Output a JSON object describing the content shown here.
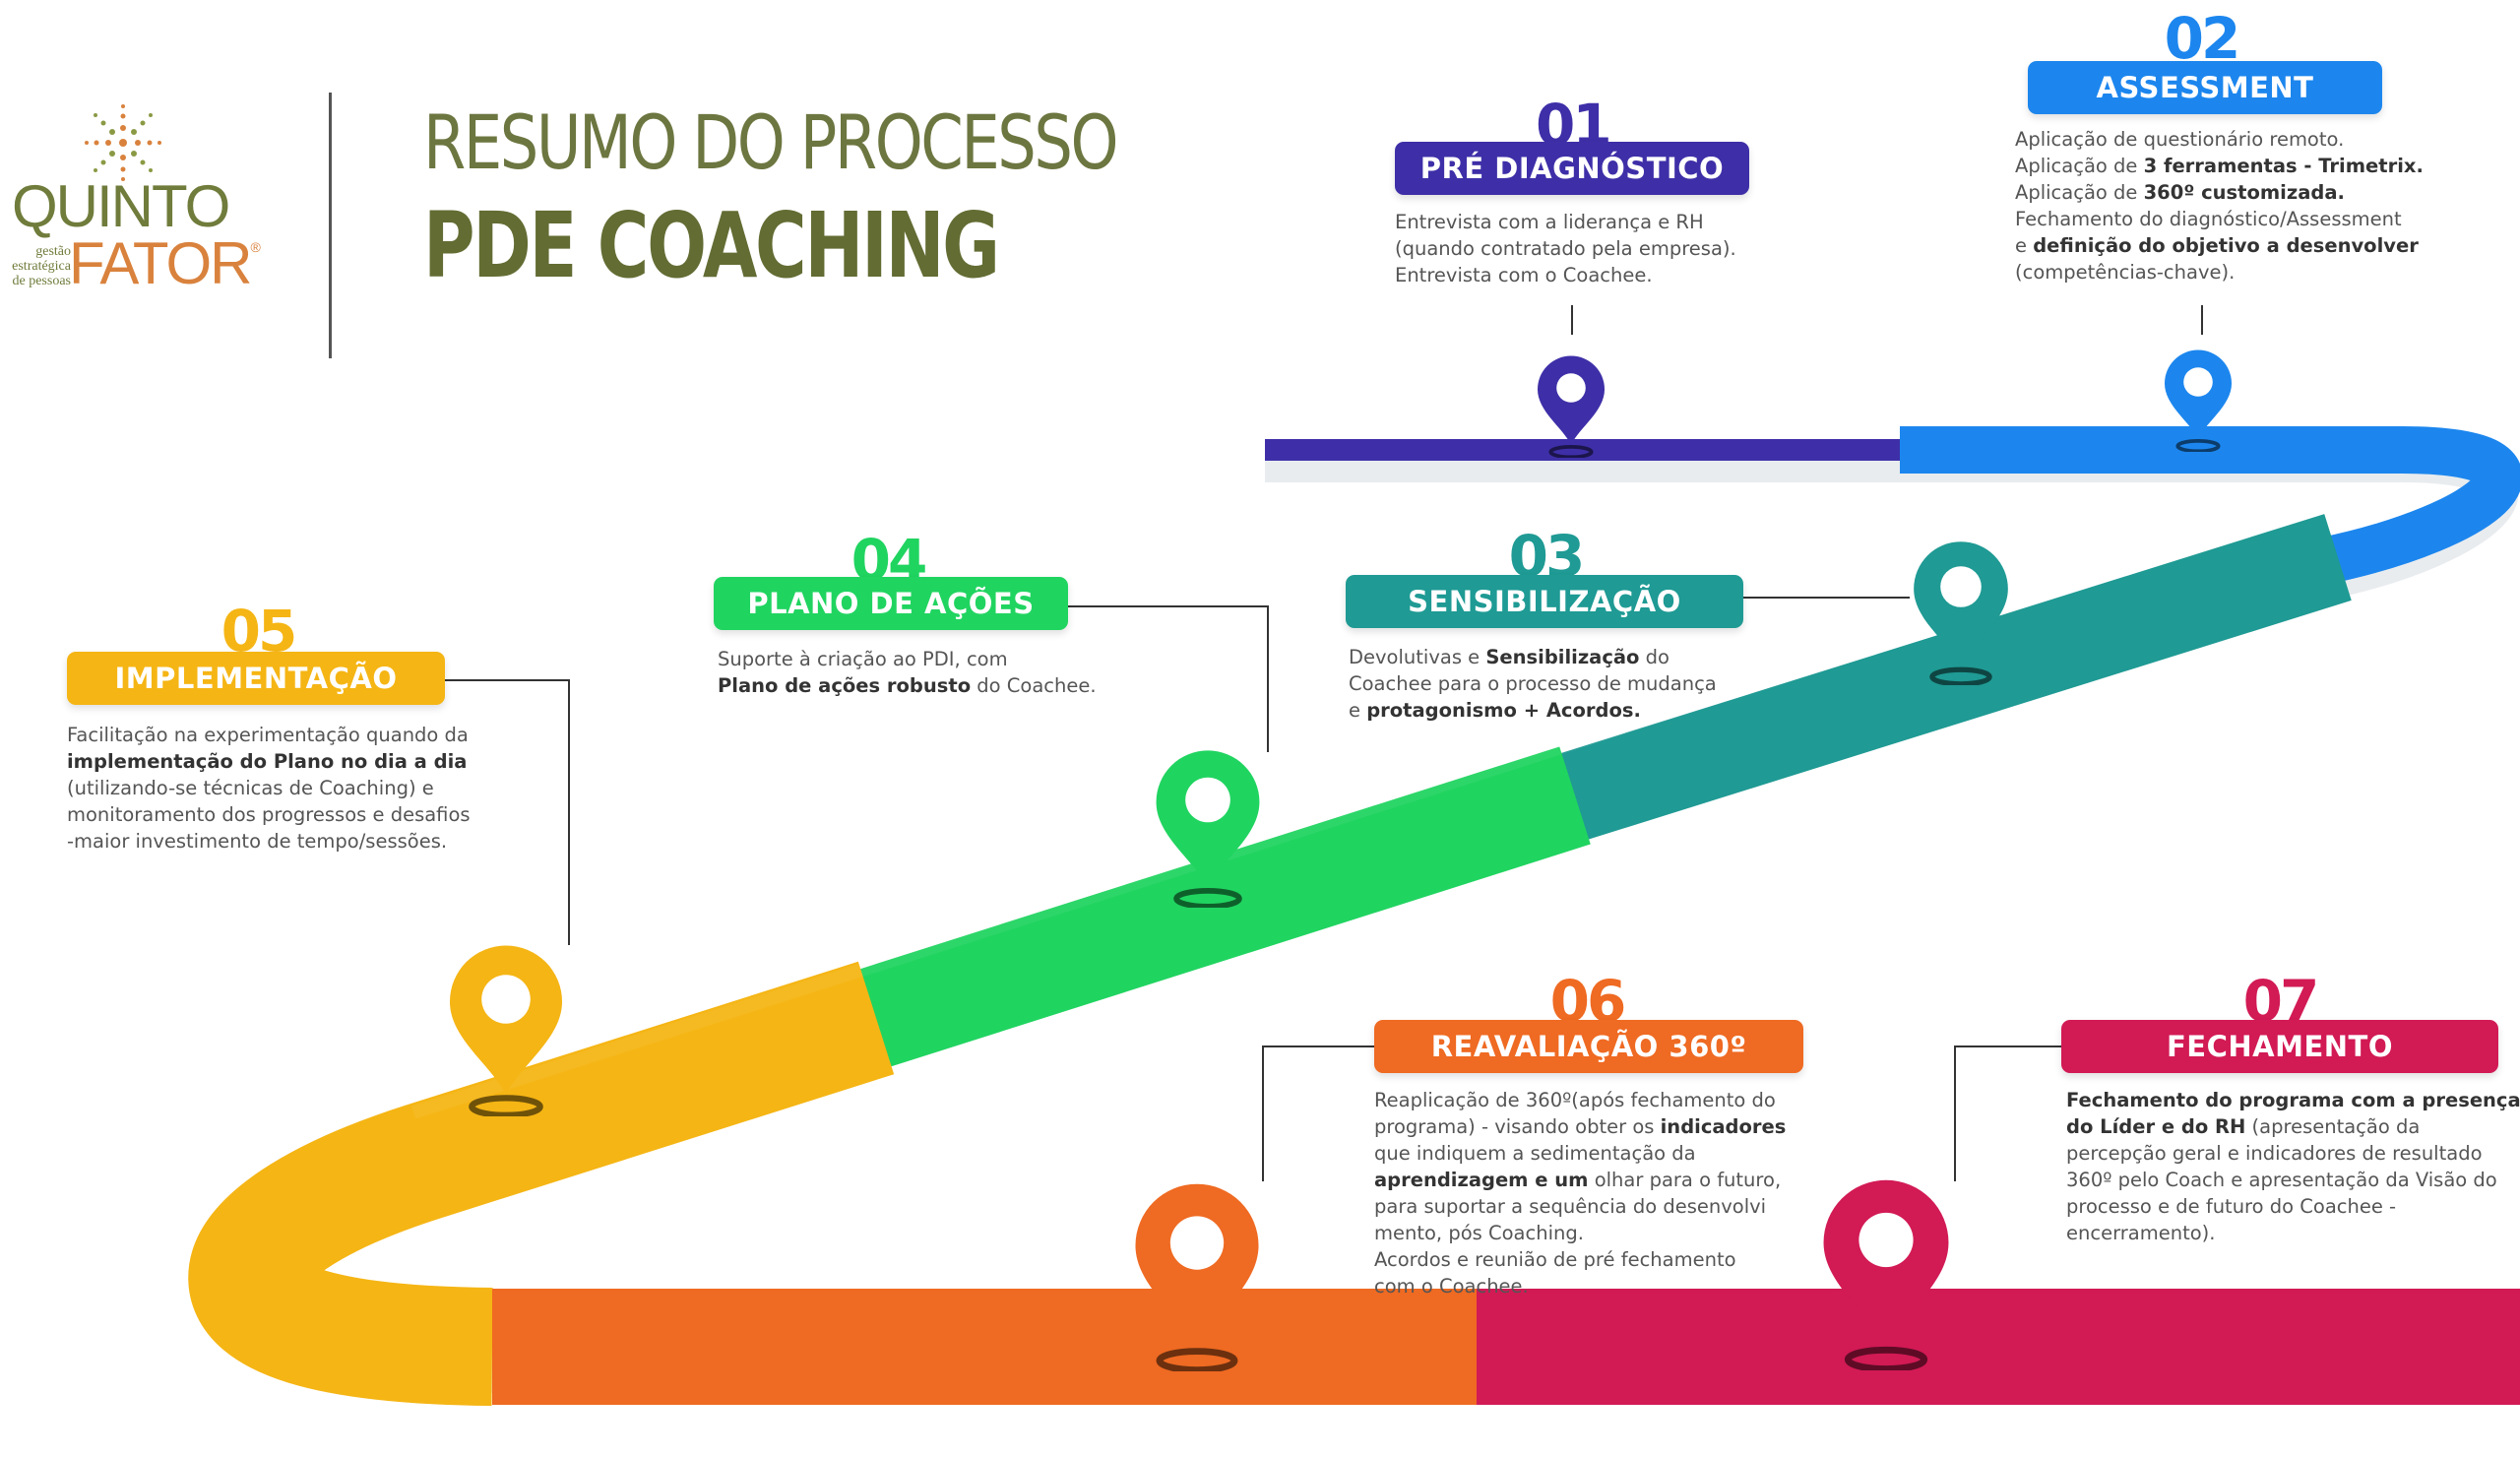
{
  "header": {
    "title_line1": "RESUMO DO PROCESSO",
    "title_line2": "PDE COACHING"
  },
  "logo": {
    "word1": "QUINTO",
    "word2": "FATOR",
    "registered": "®",
    "tagline": [
      "gestão",
      "estratégica",
      "de pessoas"
    ]
  },
  "colors": {
    "step1": "#3e2fa8",
    "step2": "#1c86ee",
    "step3": "#1f9a94",
    "step4": "#20d460",
    "step5": "#f5b514",
    "step6": "#ef6a22",
    "step7": "#d21a55",
    "title": "#6c7640",
    "logo_green": "#6f7c3b",
    "logo_orange": "#d9823d"
  },
  "steps": [
    {
      "number": "01",
      "title": "PRÉ DIAGNÓSTICO",
      "lines": [
        [
          {
            "t": "Entrevista com a liderança e RH"
          }
        ],
        [
          {
            "t": "(quando contratado pela empresa)."
          }
        ],
        [
          {
            "t": "Entrevista com o Coachee."
          }
        ]
      ]
    },
    {
      "number": "02",
      "title": "ASSESSMENT",
      "lines": [
        [
          {
            "t": "Aplicação de questionário remoto."
          }
        ],
        [
          {
            "t": "Aplicação de "
          },
          {
            "t": "3 ferramentas - Trimetrix.",
            "b": true
          }
        ],
        [
          {
            "t": "Aplicação de "
          },
          {
            "t": "360º customizada.",
            "b": true
          }
        ],
        [
          {
            "t": "Fechamento do diagnóstico/Assessment"
          }
        ],
        [
          {
            "t": "e "
          },
          {
            "t": "definição do objetivo a desenvolver",
            "b": true
          }
        ],
        [
          {
            "t": "(competências-chave)."
          }
        ]
      ]
    },
    {
      "number": "03",
      "title": "SENSIBILIZAÇÃO",
      "lines": [
        [
          {
            "t": "Devolutivas e "
          },
          {
            "t": "Sensibilização",
            "b": true
          },
          {
            "t": " do"
          }
        ],
        [
          {
            "t": "Coachee para o processo de mudança"
          }
        ],
        [
          {
            "t": "e "
          },
          {
            "t": "protagonismo + Acordos.",
            "b": true
          }
        ]
      ]
    },
    {
      "number": "04",
      "title": "PLANO DE AÇÕES",
      "lines": [
        [
          {
            "t": "Suporte à criação ao PDI, com"
          }
        ],
        [
          {
            "t": "Plano de ações robusto",
            "b": true
          },
          {
            "t": " do Coachee."
          }
        ]
      ]
    },
    {
      "number": "05",
      "title": "IMPLEMENTAÇÃO",
      "lines": [
        [
          {
            "t": "Facilitação na experimentação quando da"
          }
        ],
        [
          {
            "t": "implementação do Plano no dia a dia",
            "b": true
          }
        ],
        [
          {
            "t": "(utilizando-se técnicas de Coaching) e"
          }
        ],
        [
          {
            "t": "monitoramento dos progressos e desafios"
          }
        ],
        [
          {
            "t": "-maior investimento de tempo/sessões."
          }
        ]
      ]
    },
    {
      "number": "06",
      "title": "REAVALIAÇÃO 360º",
      "lines": [
        [
          {
            "t": "Reaplicação de 360º(após fechamento do"
          }
        ],
        [
          {
            "t": "programa) - visando obter os "
          },
          {
            "t": "indicadores",
            "b": true
          }
        ],
        [
          {
            "t": "que indiquem a sedimentação da"
          }
        ],
        [
          {
            "t": "aprendizagem e um",
            "b": true
          },
          {
            "t": " olhar para o futuro,"
          }
        ],
        [
          {
            "t": "para suportar a sequência do desenvolvi"
          }
        ],
        [
          {
            "t": "mento, pós Coaching."
          }
        ],
        [
          {
            "t": "Acordos e reunião de pré fechamento"
          }
        ],
        [
          {
            "t": "com o Coachee."
          }
        ]
      ]
    },
    {
      "number": "07",
      "title": "FECHAMENTO",
      "lines": [
        [
          {
            "t": "Fechamento do programa com a presença",
            "b": true
          }
        ],
        [
          {
            "t": "do Líder e do RH",
            "b": true
          },
          {
            "t": " (apresentação da"
          }
        ],
        [
          {
            "t": "percepção geral e indicadores de resultado"
          }
        ],
        [
          {
            "t": "360º pelo Coach e apresentação da Visão do"
          }
        ],
        [
          {
            "t": "processo e de futuro do Coachee -"
          }
        ],
        [
          {
            "t": "encerramento)."
          }
        ]
      ]
    }
  ]
}
